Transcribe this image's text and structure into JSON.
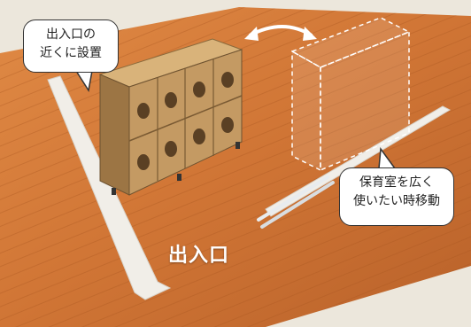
{
  "callouts": {
    "left": {
      "line1": "出入口の",
      "line2": "近くに設置"
    },
    "right": {
      "line1": "保育室を広く",
      "line2": "使いたい時移動"
    }
  },
  "floor_label": "出入口",
  "colors": {
    "floor": "#d47a3a",
    "floor_dark": "#b35a22",
    "cabinet": "#c8a06a",
    "background": "#ece7dc"
  },
  "icons": {
    "move_arrow": "double-arrow-icon"
  }
}
